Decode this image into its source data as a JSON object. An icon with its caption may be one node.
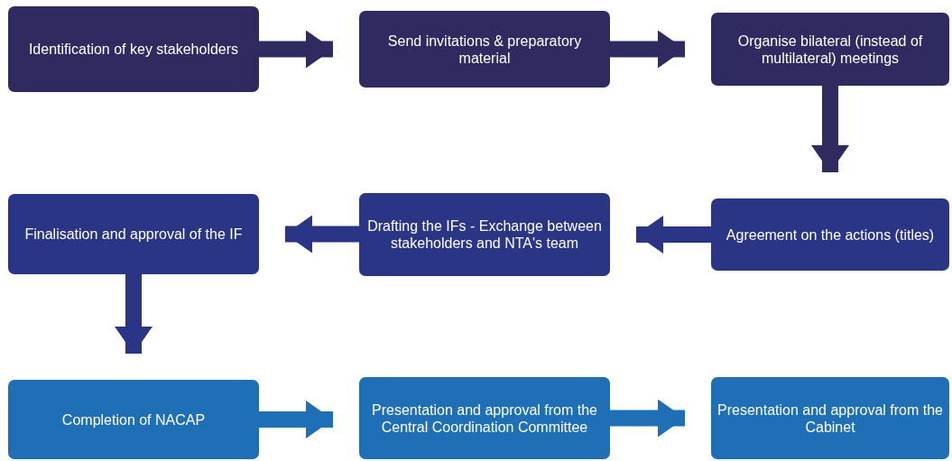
{
  "diagram": {
    "nodes": [
      {
        "text": [
          "Identification of key stakeholders"
        ]
      },
      {
        "text": [
          "Send invitations & preparatory material"
        ]
      },
      {
        "text": [
          "Organise bilateral (instead of multilateral) meetings"
        ]
      },
      {
        "text": [
          "Finalisation and approval of the IF"
        ]
      },
      {
        "text": [
          "Drafting the IFs - Exchange between stakeholders and NTA's team"
        ]
      },
      {
        "text": [
          "Agreement on the actions (titles)"
        ]
      },
      {
        "text": [
          "Completion of NACAP"
        ]
      },
      {
        "text": [
          "Presentation and approval from the Central Coordination Committee"
        ]
      },
      {
        "text": [
          "Presentation and approval from the Cabinet"
        ]
      }
    ],
    "edges": [
      {
        "from": 0,
        "to": 1,
        "arrow": "to",
        "color": "#2f2a60"
      },
      {
        "from": 1,
        "to": 2,
        "arrow": "to",
        "color": "#2f2a60"
      },
      {
        "from": 2,
        "to": 5,
        "arrow": "to",
        "color": "#2f2a60"
      },
      {
        "from": 5,
        "to": 4,
        "arrow": "to",
        "color": "#2a3585"
      },
      {
        "from": 4,
        "to": 3,
        "arrow": "to",
        "color": "#2a3585"
      },
      {
        "from": 3,
        "to": 6,
        "arrow": "to",
        "color": "#2a3585"
      },
      {
        "from": 6,
        "to": 7,
        "arrow": "to",
        "color": "#1f6fb7"
      },
      {
        "from": 7,
        "to": 8,
        "arrow": "to",
        "color": "#1f6fb7"
      }
    ]
  }
}
